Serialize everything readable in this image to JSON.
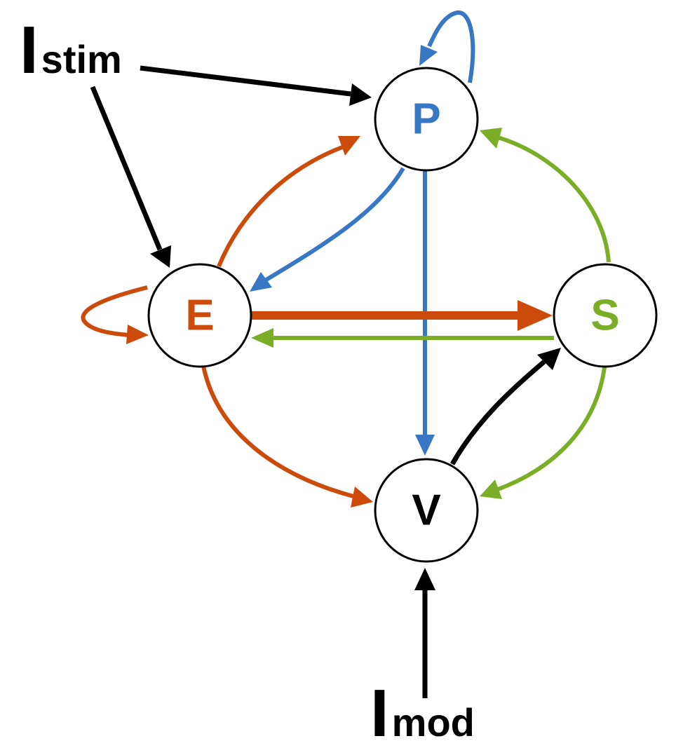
{
  "colors": {
    "excitatory": "#CC4A0A",
    "pv": "#3777C4",
    "sst": "#7AAE27",
    "vip": "#000000",
    "input": "#000000"
  },
  "nodes": {
    "P": {
      "label": "P",
      "color": "#3777C4"
    },
    "E": {
      "label": "E",
      "color": "#CC4A0A"
    },
    "S": {
      "label": "S",
      "color": "#7AAE27"
    },
    "V": {
      "label": "V",
      "color": "#000000"
    }
  },
  "inputs": {
    "stim": {
      "main": "I",
      "sub": "stim"
    },
    "mod": {
      "main": "I",
      "sub": "mod"
    }
  },
  "edges": [
    {
      "from": "P",
      "to": "P",
      "color": "pv"
    },
    {
      "from": "P",
      "to": "E",
      "color": "pv"
    },
    {
      "from": "P",
      "to": "V",
      "color": "pv"
    },
    {
      "from": "E",
      "to": "E",
      "color": "excitatory"
    },
    {
      "from": "E",
      "to": "P",
      "color": "excitatory"
    },
    {
      "from": "E",
      "to": "S",
      "color": "excitatory"
    },
    {
      "from": "E",
      "to": "V",
      "color": "excitatory"
    },
    {
      "from": "S",
      "to": "P",
      "color": "sst"
    },
    {
      "from": "S",
      "to": "E",
      "color": "sst"
    },
    {
      "from": "S",
      "to": "V",
      "color": "sst"
    },
    {
      "from": "V",
      "to": "S",
      "color": "vip"
    },
    {
      "from": "I_stim",
      "to": "P",
      "color": "input"
    },
    {
      "from": "I_stim",
      "to": "E",
      "color": "input"
    },
    {
      "from": "I_mod",
      "to": "V",
      "color": "input"
    }
  ]
}
